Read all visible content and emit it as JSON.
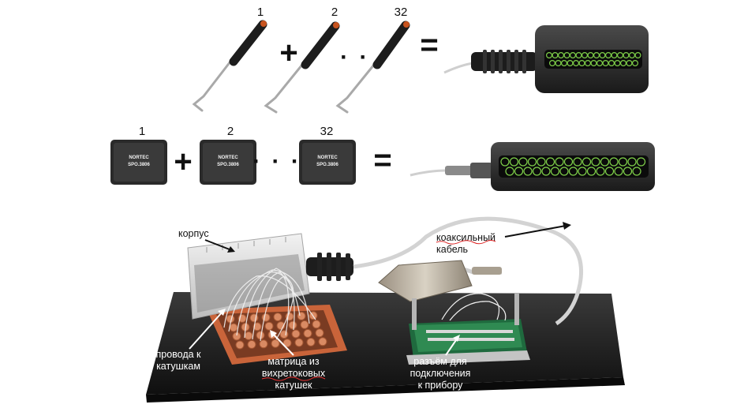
{
  "row1": {
    "labels": [
      "1",
      "2",
      "32"
    ],
    "plus": "+",
    "ellipsis": "· · ·",
    "equals": "="
  },
  "row2": {
    "labels": [
      "1",
      "2",
      "32"
    ],
    "probe_brand": "NORTEC",
    "probe_model": "SPO.3806",
    "plus": "+",
    "ellipsis": "· · ·",
    "equals": "="
  },
  "assembly": {
    "housing_label": "корпус",
    "cable_label_line1": "коаксильный",
    "cable_label_line2": "кабель",
    "wires_label_line1": "провода к",
    "wires_label_line2": "катушкам",
    "matrix_label_line1": "матрица из",
    "matrix_label_line2": "вихретоковых",
    "matrix_label_line3": "катушек",
    "connector_label_line1": "разъём для",
    "connector_label_line2": "подключения",
    "connector_label_line3": "к прибору"
  },
  "colors": {
    "coil_ring": "#7fd04a",
    "probe_body": "#2b2b2b",
    "base_plate": "#1e1e1e",
    "matrix_frame": "#c9643a"
  }
}
